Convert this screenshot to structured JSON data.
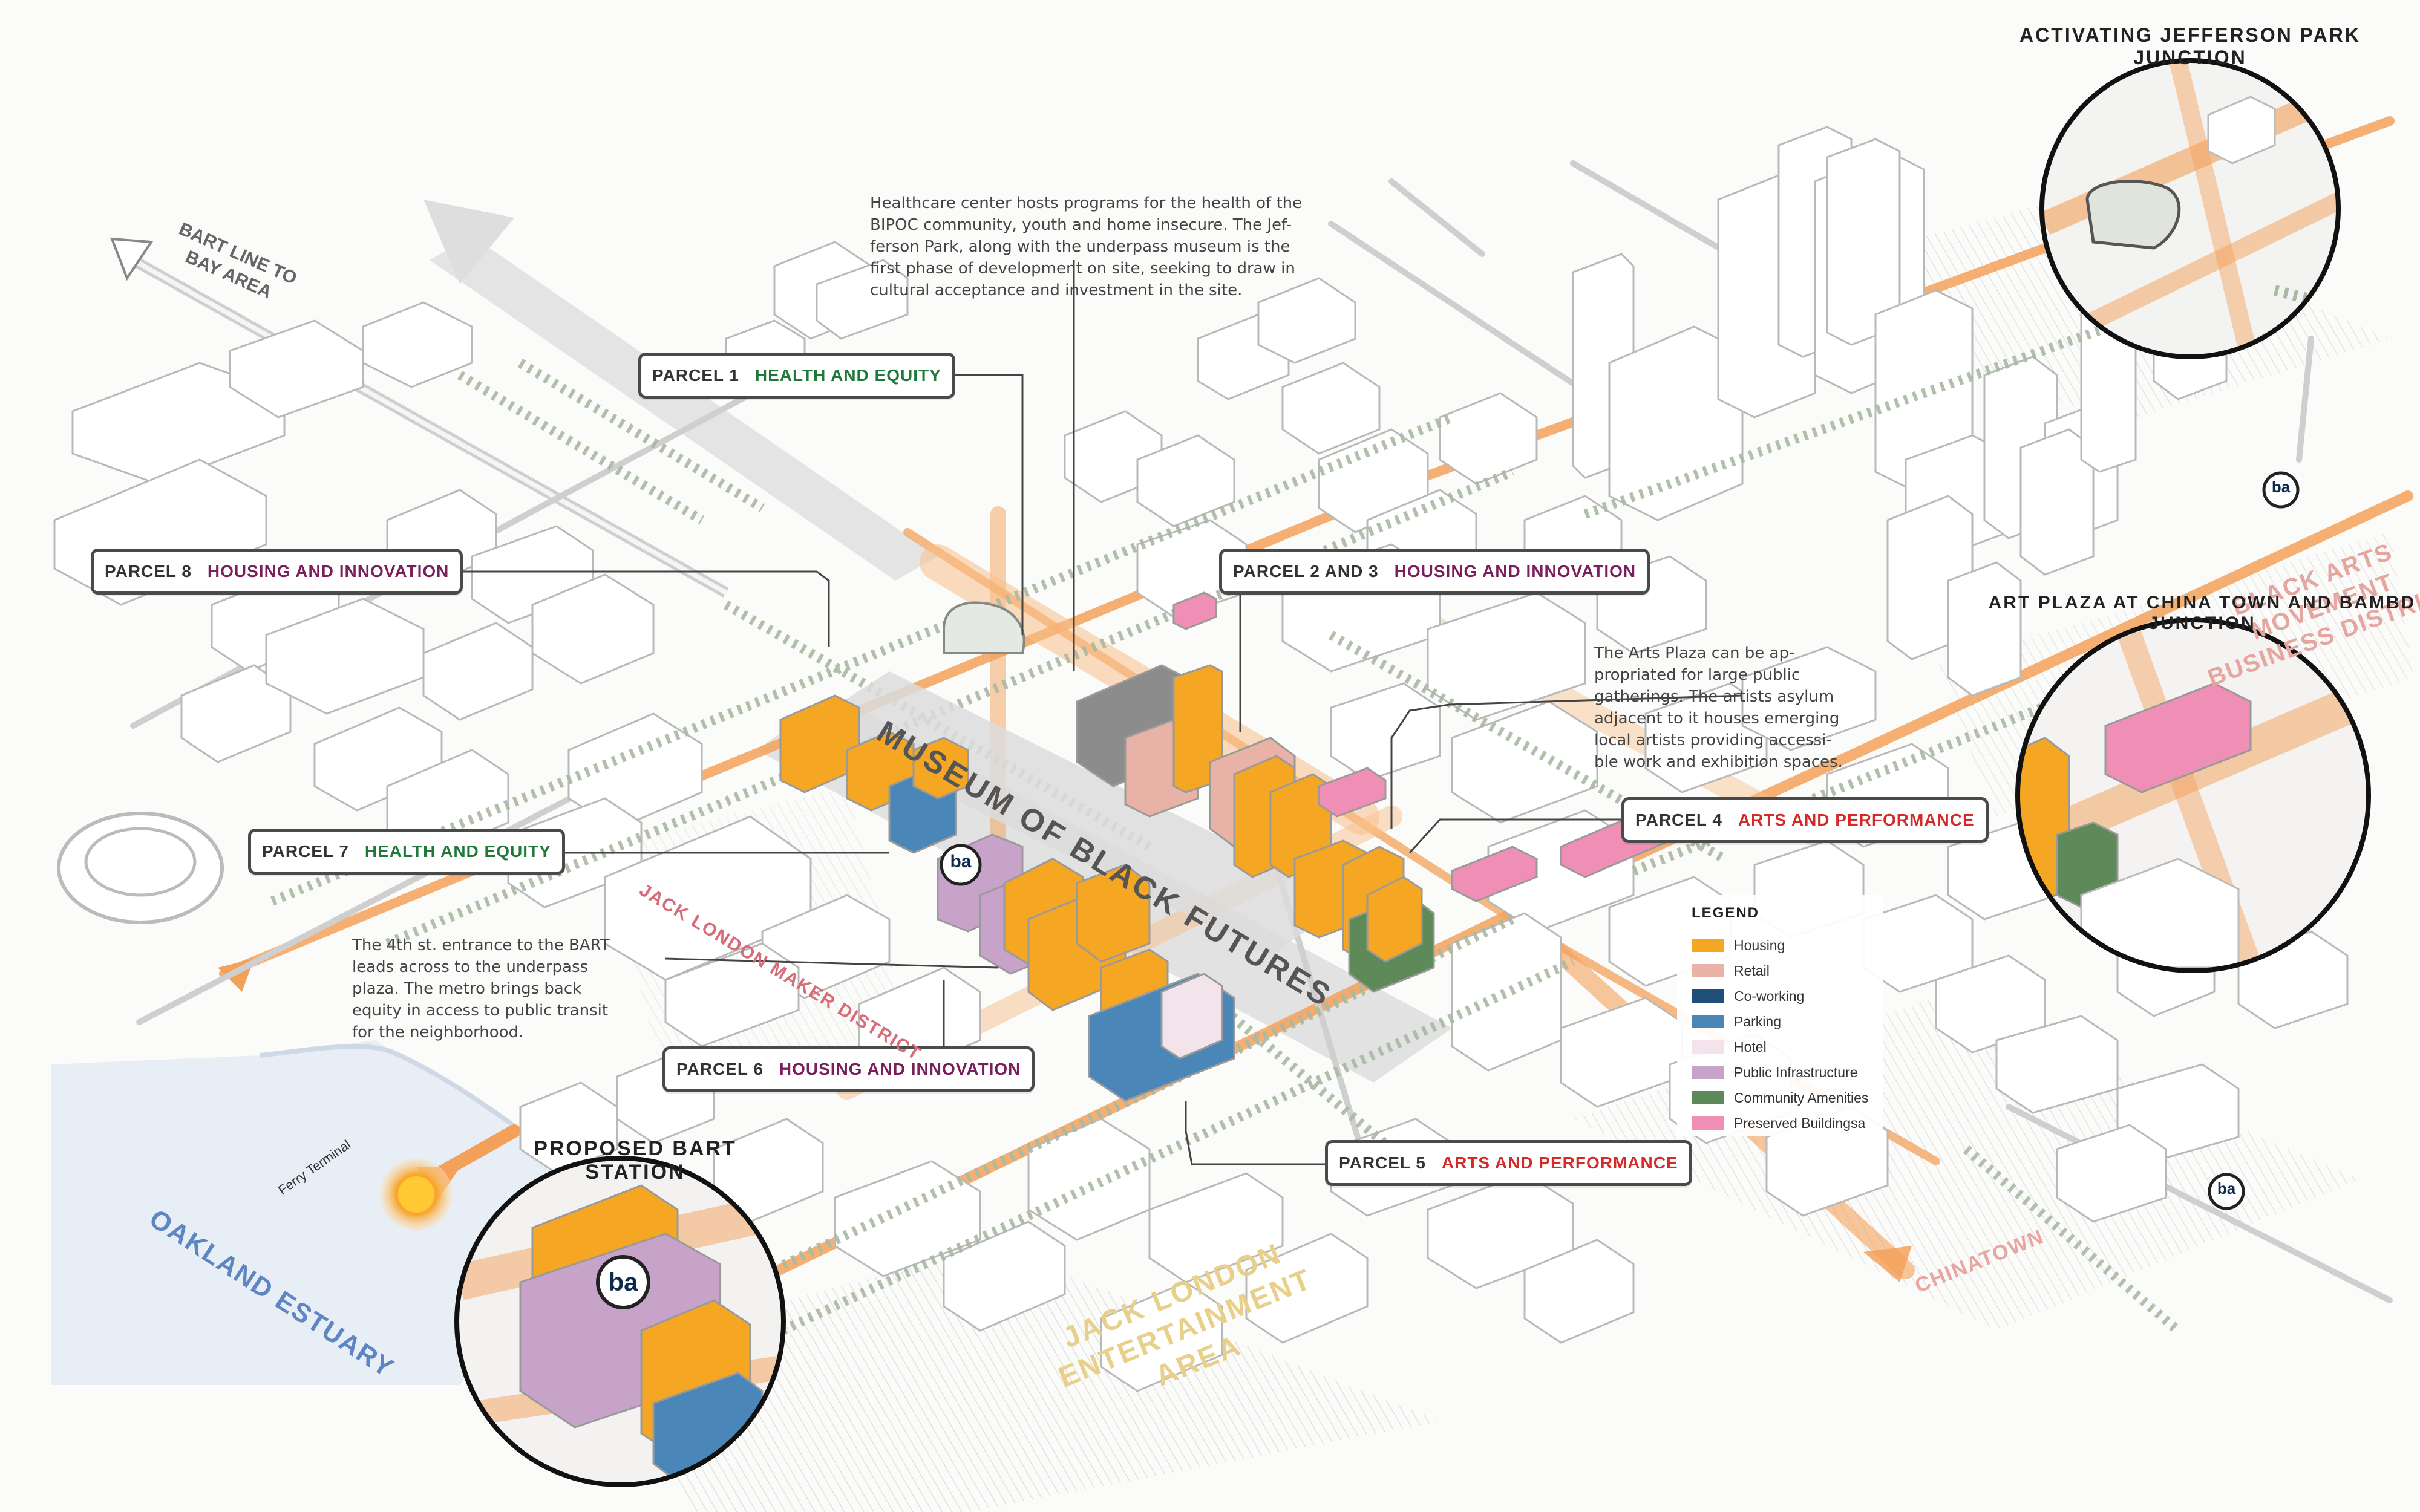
{
  "parcels": [
    {
      "num": "PARCEL 1",
      "theme": "HEALTH AND EQUITY",
      "color": "#1f7a3a"
    },
    {
      "num": "PARCEL 2 AND 3",
      "theme": "HOUSING AND INNOVATION",
      "color": "#7a1f5c"
    },
    {
      "num": "PARCEL 4",
      "theme": "ARTS AND PERFORMANCE",
      "color": "#d42a2a"
    },
    {
      "num": "PARCEL 5",
      "theme": "ARTS AND PERFORMANCE",
      "color": "#d42a2a"
    },
    {
      "num": "PARCEL 6",
      "theme": "HOUSING AND INNOVATION",
      "color": "#7a1f5c"
    },
    {
      "num": "PARCEL 7",
      "theme": "HEALTH AND EQUITY",
      "color": "#1f7a3a"
    },
    {
      "num": "PARCEL 8",
      "theme": "HOUSING AND INNOVATION",
      "color": "#7a1f5c"
    }
  ],
  "notes": {
    "healthcare": [
      "Healthcare center hosts programs for the health of the",
      "BIPOC community, youth and home insecure. The Jef-",
      "ferson Park, along with the underpass museum is the",
      "first phase of development on site, seeking to draw in",
      "cultural acceptance and investment in the site."
    ],
    "arts_plaza": [
      "The Arts Plaza can be ap-",
      "propriated for large public",
      "gatherings. The artists asylum",
      "adjacent to it houses emerging",
      "local artists providing accessi-",
      "ble work and exhibition spaces."
    ],
    "bart_entrance": [
      "The 4th st. entrance to the BART",
      "leads across to the underpass",
      "plaza. The metro brings back",
      "equity in access to public transit",
      "for the neighborhood."
    ]
  },
  "legend": {
    "title": "LEGEND",
    "items": [
      {
        "label": "Housing",
        "color": "#f5a623"
      },
      {
        "label": "Retail",
        "color": "#e8b3a6"
      },
      {
        "label": "Co-working",
        "color": "#1f4e79"
      },
      {
        "label": "Parking",
        "color": "#4a86b8"
      },
      {
        "label": "Hotel",
        "color": "#f3e4ec"
      },
      {
        "label": "Public Infrastructure",
        "color": "#c7a2c9"
      },
      {
        "label": "Community Amenities",
        "color": "#5e8a5a"
      },
      {
        "label": "Preserved Buildingsa",
        "color": "#ef8fb6"
      }
    ]
  },
  "map_labels": {
    "bart_line": [
      "BART LINE TO",
      "BAY AREA"
    ],
    "museum": "MUSEUM OF BLACK FUTURES",
    "jack_london_maker": "JACK LONDON MAKER DISTRICT",
    "jack_london_ent": [
      "JACK LONDON",
      "ENTERTAINMENT",
      "AREA"
    ],
    "black_arts": [
      "BLACK ARTS",
      "MOVEMENT",
      "BUSINESS DISTRICT"
    ],
    "chinatown": "CHINATOWN",
    "oakland_estuary": "OAKLAND ESTUARY",
    "ferry_terminal": "Ferry Terminal"
  },
  "circles": {
    "jefferson": "ACTIVATING JEFFERSON PARK JUNCTION",
    "art_plaza": "ART PLAZA AT CHINA TOWN AND BAMBD JUNCTION",
    "bart_station": "PROPOSED BART STATION"
  },
  "bart_logo": "ba",
  "colors": {
    "street": "#f3a15a",
    "water": "#e8eef6",
    "building": "#ffffff",
    "outline": "#b9b9b9",
    "tree": "#a9b9a2"
  }
}
